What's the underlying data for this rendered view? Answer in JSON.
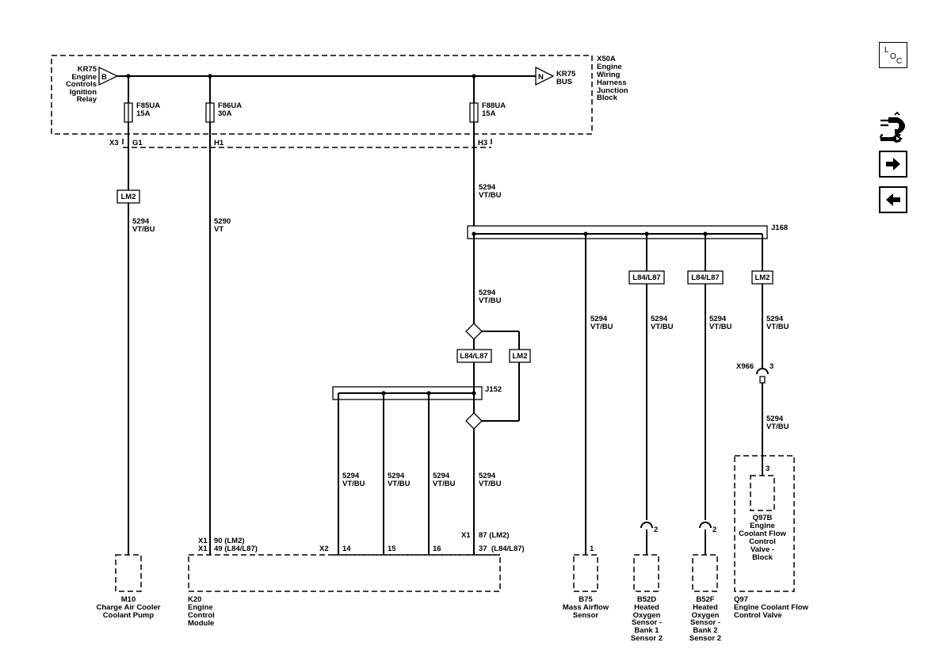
{
  "junction_block": {
    "name": "X50A",
    "desc": [
      "Engine",
      "Wiring",
      "Harness",
      "Junction",
      "Block"
    ]
  },
  "relay": {
    "name": "KR75",
    "desc": [
      "Engine",
      "Controls",
      "Ignition",
      "Relay"
    ],
    "pin": "B"
  },
  "bus": {
    "pin": "N",
    "name": "KR75",
    "desc": "BUS"
  },
  "fuses": [
    {
      "name": "F85UA",
      "rating": "15A"
    },
    {
      "name": "F86UA",
      "rating": "30A"
    },
    {
      "name": "F88UA",
      "rating": "15A"
    }
  ],
  "connector_x3": {
    "name": "X3",
    "pins": [
      "G1",
      "H1",
      "H3"
    ]
  },
  "wires": {
    "circuit": "5294",
    "color": "VT/BU",
    "alt_circuit": "5290",
    "alt_color": "VT"
  },
  "options": {
    "lm2": "LM2",
    "l84": "L84/L87"
  },
  "splices": {
    "j168": "J168",
    "j152": "J152"
  },
  "inline_connector": {
    "name": "X966",
    "pin": "3"
  },
  "ecm_pins": {
    "x1_90": [
      "X1",
      "90 (LM2)"
    ],
    "x1_49": [
      "X1",
      "49 (L84/L87)"
    ],
    "x2": "X2",
    "x2_pins": [
      "14",
      "15",
      "16",
      "37"
    ],
    "x1_87": [
      "X1",
      "87 (LM2)"
    ],
    "pin37_opt": "(L84/L87)"
  },
  "sensor_pins": {
    "b75": "1",
    "b52d": "2",
    "b52f": "2",
    "q97b": "3"
  },
  "components": {
    "m10": [
      "M10",
      "Charge Air Cooler",
      "Coolant Pump"
    ],
    "k20": [
      "K20",
      "Engine",
      "Control",
      "Module"
    ],
    "b75": [
      "B75",
      "Mass Airflow",
      "Sensor"
    ],
    "b52d": [
      "B52D",
      "Heated",
      "Oxygen",
      "Sensor -",
      "Bank 1",
      "Sensor 2"
    ],
    "b52f": [
      "B52F",
      "Heated",
      "Oxygen",
      "Sensor -",
      "Bank 2",
      "Sensor 2"
    ],
    "q97b": [
      "Q97B",
      "Engine",
      "Coolant Flow",
      "Control",
      "Valve -",
      "Block"
    ],
    "q97": [
      "Q97",
      "Engine Coolant Flow",
      "Control Valve"
    ]
  },
  "side_panel": {
    "loc_letters": [
      "L",
      "O",
      "C"
    ]
  }
}
